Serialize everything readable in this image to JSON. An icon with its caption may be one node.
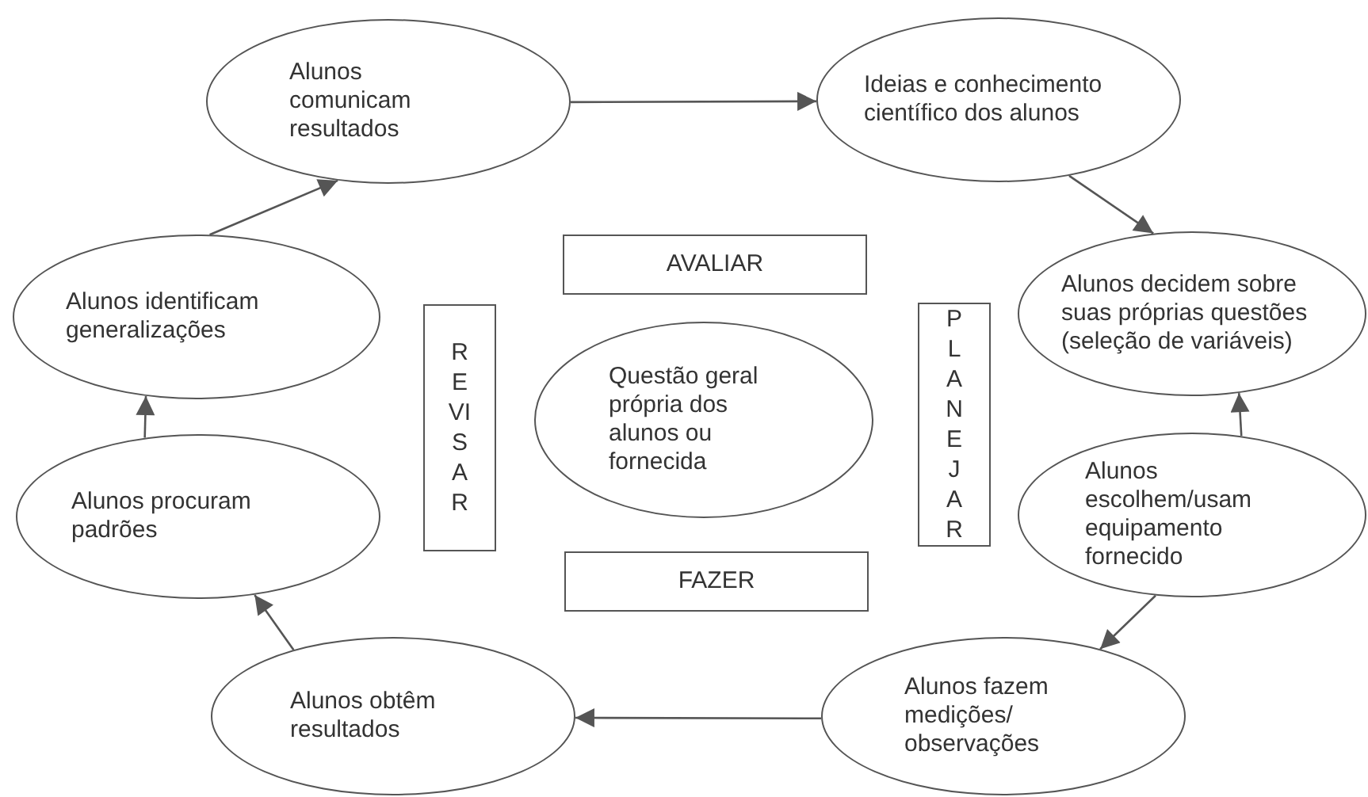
{
  "diagram": {
    "nodes": [
      {
        "text": [
          "Alunos comunicam resultados"
        ]
      },
      {
        "text": [
          "Ideias e conhecimento científico dos alunos"
        ]
      },
      {
        "text": [
          "Alunos decidem sobre suas próprias questões (seleção de variáveis)"
        ]
      },
      {
        "text": [
          "Alunos escolhem/usam equipamento fornecido"
        ]
      },
      {
        "text": [
          "Alunos fazem medições/ observações"
        ]
      },
      {
        "text": [
          "Alunos obtêm resultados"
        ]
      },
      {
        "text": [
          "Alunos procuram padrões"
        ]
      },
      {
        "text": [
          "Alunos identificam generalizações"
        ]
      },
      {
        "text": [
          "AVALIAR"
        ]
      },
      {
        "text": [
          "REVISAR"
        ]
      },
      {
        "text": [
          "Questão geral própria dos alunos ou fornecida"
        ]
      },
      {
        "text": [
          "PLANEJAR"
        ]
      },
      {
        "text": [
          "FAZER"
        ]
      }
    ],
    "edges": [
      {
        "from": 7,
        "to": 0,
        "arrow": "to"
      },
      {
        "from": 0,
        "to": 1,
        "arrow": "to"
      },
      {
        "from": 1,
        "to": 2,
        "arrow": "to"
      },
      {
        "from": 3,
        "to": 2,
        "arrow": "to"
      },
      {
        "from": 3,
        "to": 4,
        "arrow": "to"
      },
      {
        "from": 4,
        "to": 5,
        "arrow": "to"
      },
      {
        "from": 5,
        "to": 6,
        "arrow": "to"
      },
      {
        "from": 6,
        "to": 7,
        "arrow": "to"
      }
    ]
  }
}
